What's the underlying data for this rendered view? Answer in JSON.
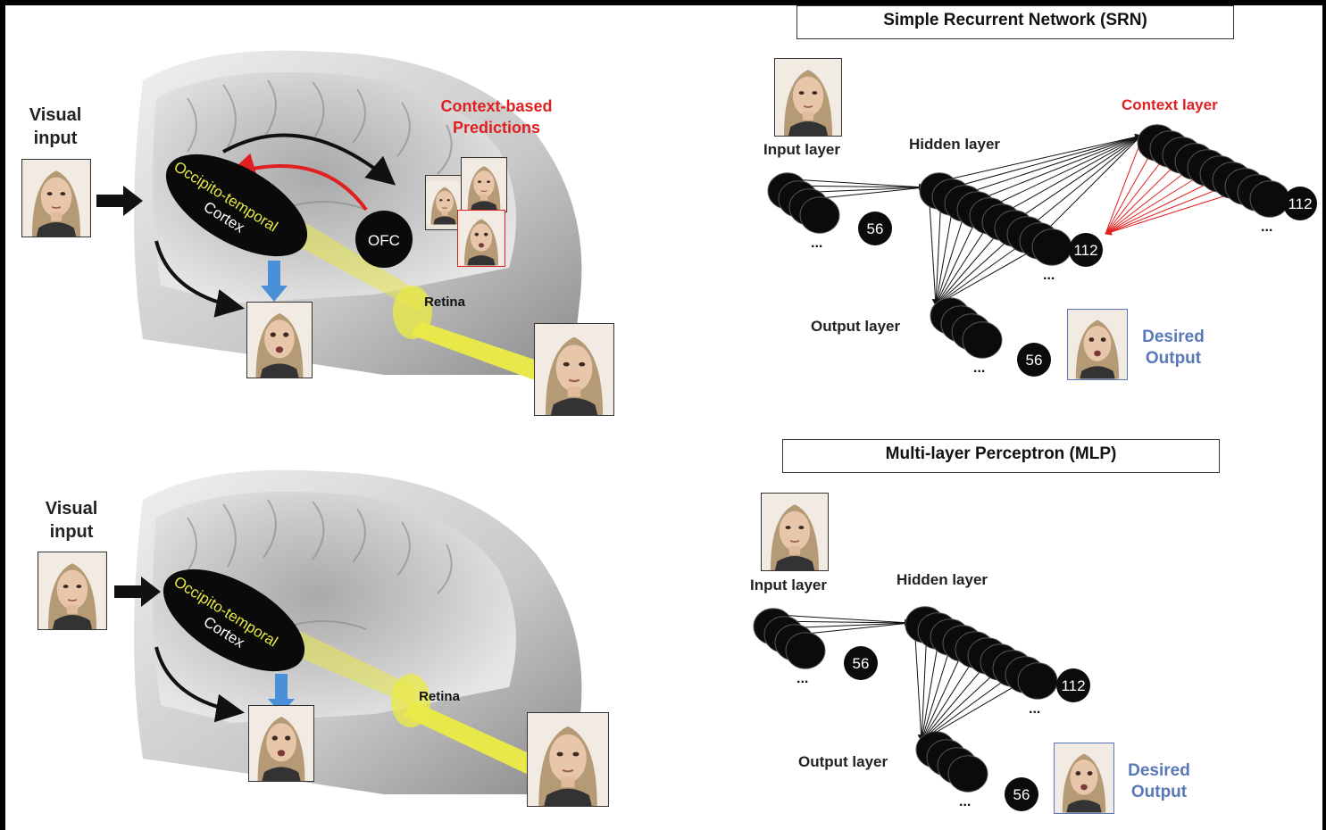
{
  "top_brain": {
    "visual_input": [
      "Visual",
      "input"
    ],
    "context_label": [
      "Context-based",
      "Predictions"
    ],
    "ot_label": "Occipito-temporal",
    "cortex_label": "Cortex",
    "ofc_label": "OFC",
    "retina_label": "Retina"
  },
  "bottom_brain": {
    "visual_input": [
      "Visual",
      "input"
    ],
    "ot_label": "Occipito-temporal",
    "cortex_label": "Cortex",
    "retina_label": "Retina"
  },
  "srn": {
    "title": "Simple Recurrent Network (SRN)",
    "input_layer": "Input layer",
    "hidden_layer": "Hidden layer",
    "context_layer": "Context layer",
    "output_layer": "Output layer",
    "input_count": "56",
    "hidden_count": "112",
    "context_count": "112",
    "output_count": "56",
    "desired": [
      "Desired",
      "Output"
    ]
  },
  "mlp": {
    "title": "Multi-layer Perceptron (MLP)",
    "input_layer": "Input layer",
    "hidden_layer": "Hidden layer",
    "output_layer": "Output layer",
    "input_count": "56",
    "hidden_count": "112",
    "output_count": "56",
    "desired": [
      "Desired",
      "Output"
    ]
  },
  "colors": {
    "context": "#e02020",
    "desired": "#5a78b8",
    "feedback_arrow": "#111111",
    "yellow_beam": "#e8e84a",
    "blue_arrow": "#4a90d9"
  }
}
